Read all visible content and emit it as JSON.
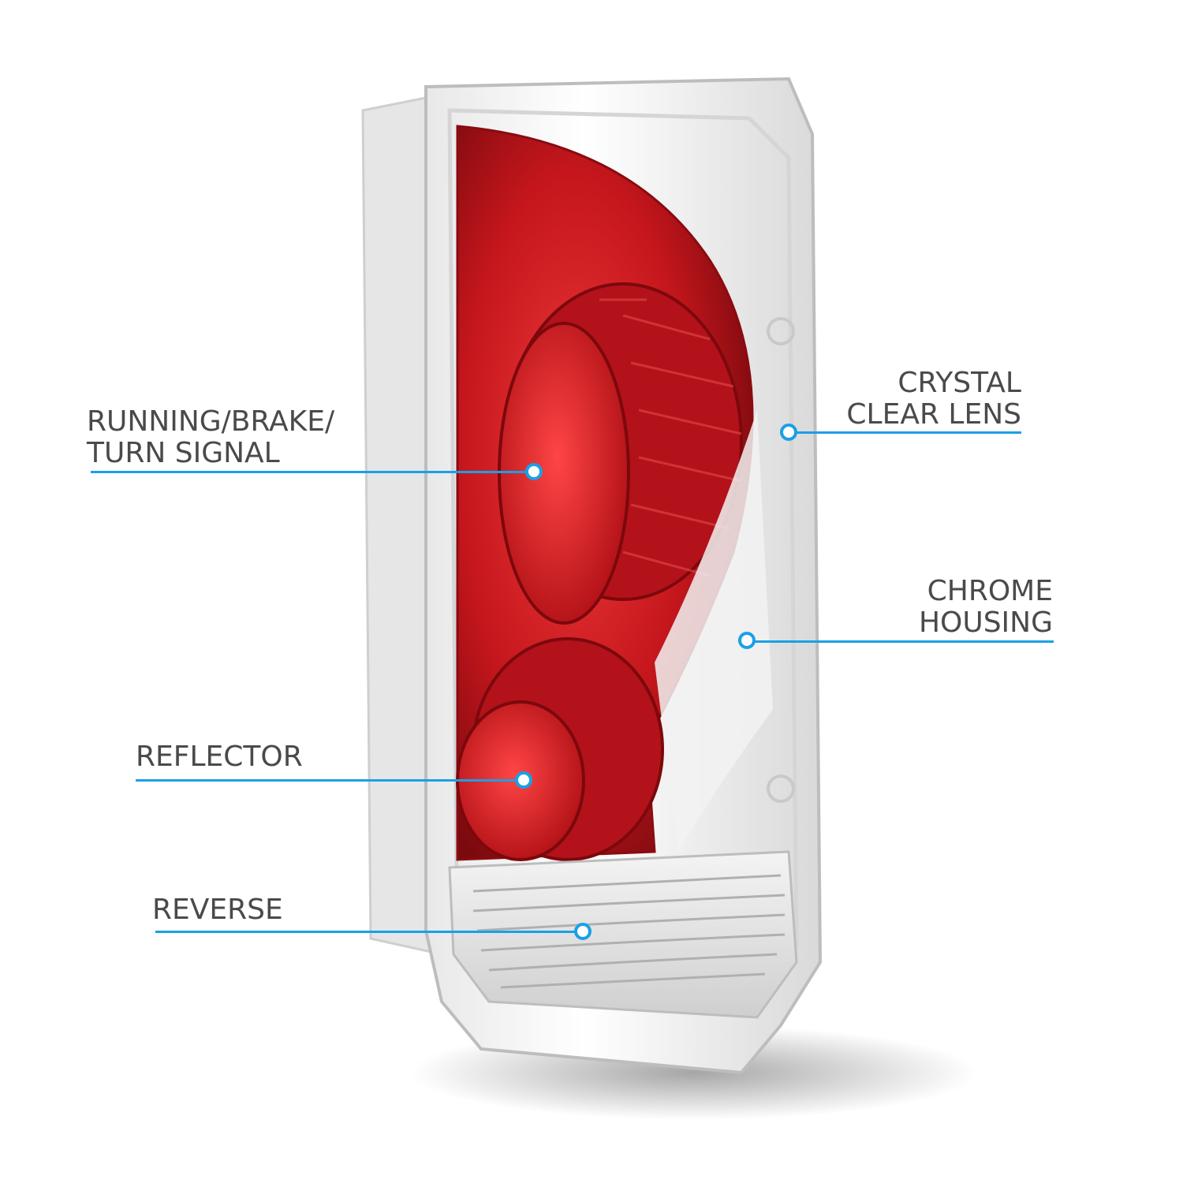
{
  "callouts": {
    "running": {
      "line1": "RUNNING/BRAKE/",
      "line2": "TURN SIGNAL"
    },
    "reflector": {
      "line1": "REFLECTOR"
    },
    "reverse": {
      "line1": "REVERSE"
    },
    "lens": {
      "line1": "CRYSTAL",
      "line2": "CLEAR LENS"
    },
    "housing": {
      "line1": "CHROME",
      "line2": "HOUSING"
    }
  },
  "colors": {
    "accent": "#1aa0e6",
    "text": "#4a4a4a",
    "lens_red": "#c4161c"
  }
}
